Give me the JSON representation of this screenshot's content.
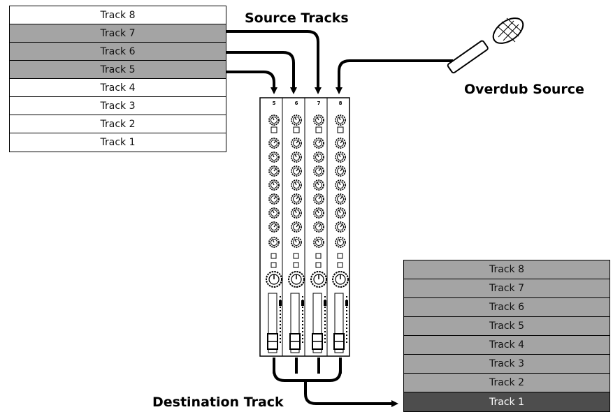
{
  "labels": {
    "source_tracks": "Source Tracks",
    "overdub_source": "Overdub Source",
    "destination_track": "Destination Track"
  },
  "source_recorder": {
    "tracks": [
      {
        "label": "Track 8",
        "state": "normal"
      },
      {
        "label": "Track 7",
        "state": "selected"
      },
      {
        "label": "Track 6",
        "state": "selected"
      },
      {
        "label": "Track 5",
        "state": "selected"
      },
      {
        "label": "Track 4",
        "state": "normal"
      },
      {
        "label": "Track 3",
        "state": "normal"
      },
      {
        "label": "Track 2",
        "state": "normal"
      },
      {
        "label": "Track 1",
        "state": "normal"
      }
    ]
  },
  "destination_recorder": {
    "tracks": [
      {
        "label": "Track 8",
        "state": "selected"
      },
      {
        "label": "Track 7",
        "state": "selected"
      },
      {
        "label": "Track 6",
        "state": "selected"
      },
      {
        "label": "Track 5",
        "state": "selected"
      },
      {
        "label": "Track 4",
        "state": "selected"
      },
      {
        "label": "Track 3",
        "state": "selected"
      },
      {
        "label": "Track 2",
        "state": "selected"
      },
      {
        "label": "Track 1",
        "state": "destination"
      }
    ]
  },
  "mixer": {
    "channels": [
      {
        "number": "5"
      },
      {
        "number": "6"
      },
      {
        "number": "7"
      },
      {
        "number": "8"
      }
    ]
  },
  "colors": {
    "selected_track": "#a4a4a4",
    "destination_track": "#4d4d4d",
    "line": "#000000"
  }
}
